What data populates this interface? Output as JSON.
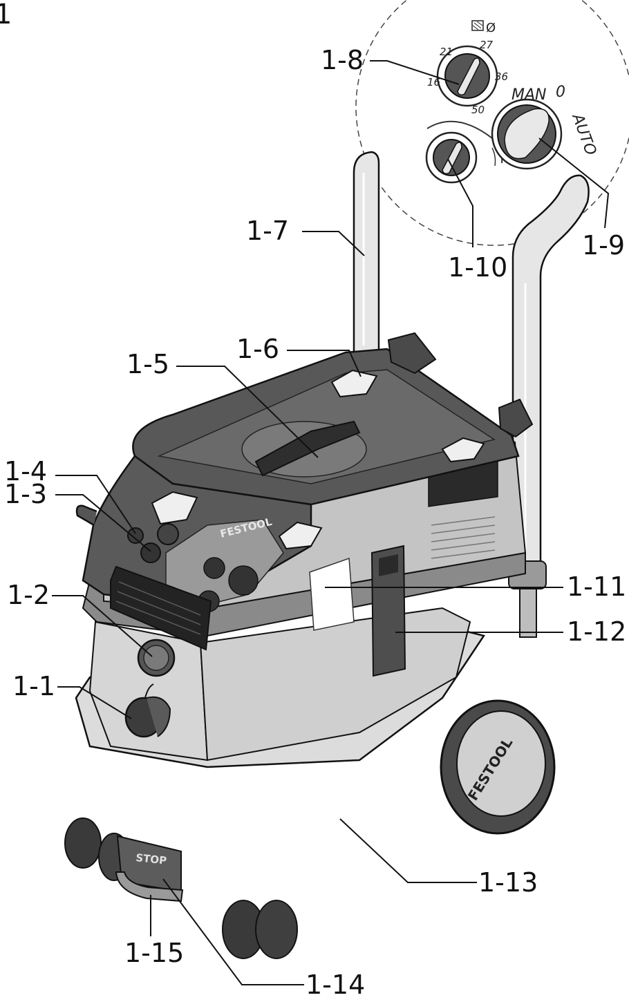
{
  "figure_number": "1",
  "labels": {
    "l1_1": "1-1",
    "l1_2": "1-2",
    "l1_3": "1-3",
    "l1_4": "1-4",
    "l1_5": "1-5",
    "l1_6": "1-6",
    "l1_7": "1-7",
    "l1_8": "1-8",
    "l1_9": "1-9",
    "l1_10": "1-10",
    "l1_11": "1-11",
    "l1_12": "1-12",
    "l1_13": "1-13",
    "l1_14": "1-14",
    "l1_15": "1-15"
  },
  "dial_inset": {
    "hose_diameter_values": [
      "16",
      "21",
      "27",
      "36",
      "50"
    ],
    "diameter_symbol": "Ø",
    "mode_labels": {
      "man": "MAN",
      "off": "0",
      "auto": "AUTO"
    }
  },
  "brand_marks": {
    "panel": "FESTOOL",
    "wheel": "FESTOOL"
  },
  "stop_label": "STOP",
  "colors": {
    "body": "#d8d8d8",
    "dark": "#3a3a3a",
    "line": "#111111"
  }
}
